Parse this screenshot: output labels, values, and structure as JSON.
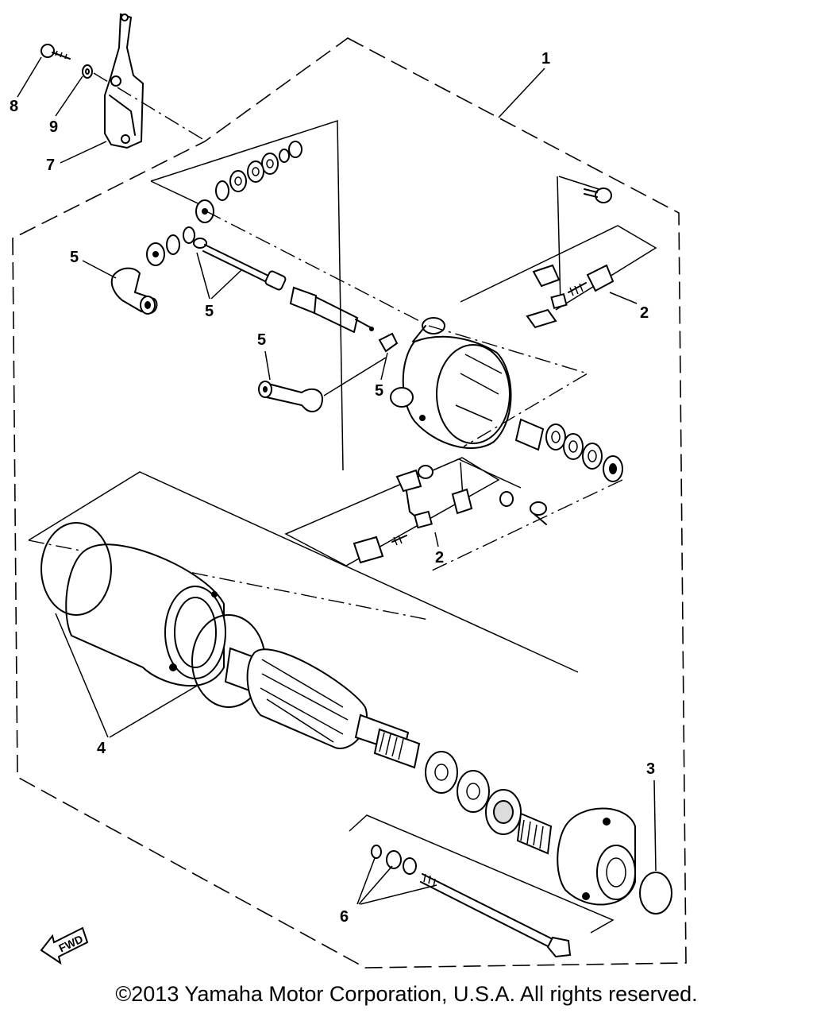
{
  "callouts": {
    "c1": "1",
    "c2a": "2",
    "c2b": "2",
    "c3": "3",
    "c4": "4",
    "c5a": "5",
    "c5b": "5",
    "c5c": "5",
    "c5d": "5",
    "c6": "6",
    "c7": "7",
    "c8": "8",
    "c9": "9"
  },
  "fwd_label": "FWD",
  "copyright": "©2013 Yamaha Motor Corporation, U.S.A. All rights reserved."
}
